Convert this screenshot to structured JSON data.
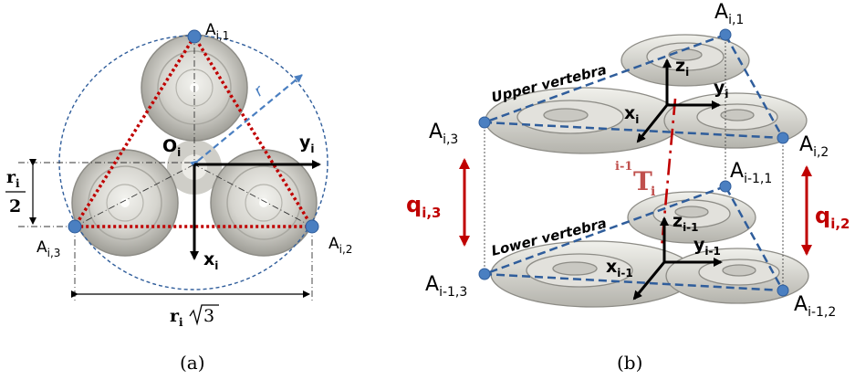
{
  "panel_a": {
    "caption": "(a)",
    "vertex_a1": {
      "base": "A",
      "sub": "i,1"
    },
    "vertex_a2": {
      "base": "A",
      "sub": "i,2"
    },
    "vertex_a3": {
      "base": "A",
      "sub": "i,3"
    },
    "origin": {
      "base": "O",
      "sub": "i"
    },
    "axis_y": {
      "base": "y",
      "sub": "i"
    },
    "axis_x": {
      "base": "x",
      "sub": "i"
    },
    "radius_label": "r",
    "half_r": {
      "num_base": "r",
      "num_sub": "i",
      "den": "2"
    },
    "width_label": {
      "base": "r",
      "sub": "i",
      "root": "3"
    }
  },
  "panel_b": {
    "caption": "(b)",
    "upper_title": "Upper vertebra",
    "lower_title": "Lower vertebra",
    "upper_a1": {
      "base": "A",
      "sub": "i,1"
    },
    "upper_a2": {
      "base": "A",
      "sub": "i,2"
    },
    "upper_a3": {
      "base": "A",
      "sub": "i,3"
    },
    "lower_a1": {
      "base": "A",
      "sub": "i-1,1"
    },
    "lower_a2": {
      "base": "A",
      "sub": "i-1,2"
    },
    "lower_a3": {
      "base": "A",
      "sub": "i-1,3"
    },
    "upper_z": {
      "base": "z",
      "sub": "i"
    },
    "upper_y": {
      "base": "y",
      "sub": "i"
    },
    "upper_x": {
      "base": "x",
      "sub": "i"
    },
    "lower_z": {
      "base": "z",
      "sub": "i-1"
    },
    "lower_y": {
      "base": "y",
      "sub": "i-1"
    },
    "lower_x": {
      "base": "x",
      "sub": "i-1"
    },
    "q_left": {
      "base": "q",
      "sub": "i,3"
    },
    "q_right": {
      "base": "q",
      "sub": "i,2"
    },
    "transform": {
      "pre": "i-1",
      "base": "T",
      "sub": "i"
    }
  },
  "colors": {
    "accent_red": "#c00000",
    "blue_dashed": "#2f5d9b",
    "node_blue": "#4a7fc1"
  }
}
